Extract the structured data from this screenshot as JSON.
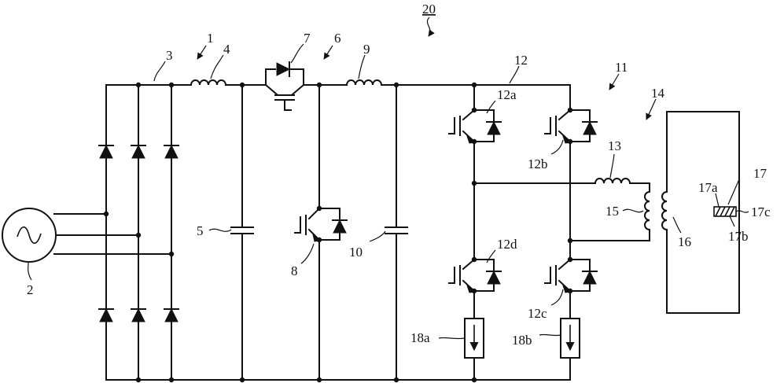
{
  "labels": {
    "system": "20",
    "rectifier": "1",
    "ac_source": "2",
    "dc_line": "3",
    "reactor_in": "4",
    "capacitor_in": "5",
    "chopper": "6",
    "switch_upper": "7",
    "switch_lower": "8",
    "reactor_mid": "9",
    "capacitor_mid": "10",
    "inverter": "11",
    "bridge": "12",
    "arm_a": "12a",
    "arm_b": "12b",
    "arm_c": "12c",
    "arm_d": "12d",
    "reactor_out": "13",
    "load": "14",
    "primary_coil": "15",
    "secondary_coil": "16",
    "workpiece": "17",
    "workpiece_a": "17a",
    "workpiece_b": "17b",
    "workpiece_c": "17c",
    "sensor_a": "18a",
    "sensor_b": "18b"
  }
}
